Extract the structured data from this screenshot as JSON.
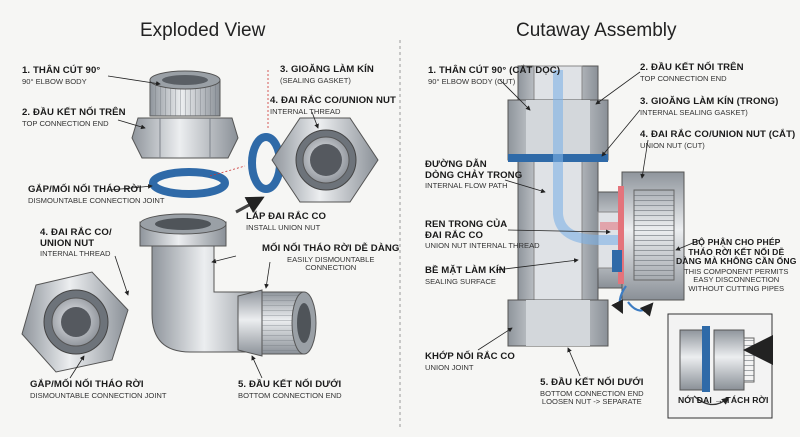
{
  "exploded": {
    "title": "Exploded View",
    "labels": [
      {
        "key": "body",
        "title": "1. THÂN CÚT 90°",
        "sub": "90° ELBOW BODY"
      },
      {
        "key": "top",
        "title": "2. ĐẦU KẾT NỐI TRÊN",
        "sub": "TOP CONNECTION END"
      },
      {
        "key": "gasket",
        "title": "3. GIOĂNG LÀM KÍN",
        "sub": "(SEALING GASKET)"
      },
      {
        "key": "nut",
        "title": "4. ĐAI RẮC CO/UNION NUT",
        "sub": "INTERNAL THREAD"
      },
      {
        "key": "joint1",
        "title": "GẮP/MỐI NỐI THÁO RỜI",
        "sub": "DISMOUNTABLE CONNECTION JOINT"
      },
      {
        "key": "install",
        "title": "LẮP ĐAI RẮC CO",
        "sub": "INSTALL UNION NUT"
      },
      {
        "key": "nut2",
        "title": "4. ĐAI RẮC CO/\nUNION NUT",
        "sub": "INTERNAL THREAD"
      },
      {
        "key": "easy",
        "title": "MỐI NỐI THÁO RỜI DỄ DÀNG",
        "sub": "EASILY DISMOUNTABLE\nCONNECTION"
      },
      {
        "key": "joint2",
        "title": "GẮP/MỐI NỐI THÁO RỜI",
        "sub": "DISMOUNTABLE CONNECTION JOINT"
      },
      {
        "key": "bottom",
        "title": "5. ĐẦU KẾT NỐI DƯỚI",
        "sub": "BOTTOM CONNECTION END"
      }
    ]
  },
  "cutaway": {
    "title": "Cutaway Assembly",
    "labels": [
      {
        "key": "body",
        "title": "1. THÂN CÚT 90° (CẮT DỌC)",
        "sub": "90° ELBOW BODY (CUT)"
      },
      {
        "key": "top",
        "title": "2. ĐẦU KẾT NỐI TRÊN",
        "sub": "TOP CONNECTION END"
      },
      {
        "key": "gasket",
        "title": "3. GIOĂNG LÀM KÍN (TRONG)",
        "sub": "INTERNAL SEALING GASKET)"
      },
      {
        "key": "nut",
        "title": "4. ĐAI RẮC CO/UNION NUT (CẮT)",
        "sub": "UNION NUT (CUT)"
      },
      {
        "key": "flow",
        "title": "ĐƯỜNG DẪN\nDÒNG CHẢY TRONG",
        "sub": "INTERNAL FLOW PATH"
      },
      {
        "key": "thread",
        "title": "REN TRONG CỦA\nĐAI RẮC CO",
        "sub": "UNION NUT INTERNAL THREAD"
      },
      {
        "key": "seal",
        "title": "BỀ MẶT LÀM KÍN",
        "sub": "SEALING SURFACE"
      },
      {
        "key": "permit",
        "title": "BỘ PHẬN CHO PHÉP\nTHÁO RỜI KẾT NỐI DỄ\nDÀNG MÀ KHÔNG CẦN ỐNG",
        "sub": "THIS COMPONENT PERMITS\nEASY DISCONNECTION\nWITHOUT CUTTING PIPES"
      },
      {
        "key": "union",
        "title": "KHỚP NỐI RẮC CO",
        "sub": "UNION JOINT"
      },
      {
        "key": "bottom",
        "title": "5. ĐẦU KẾT NỐI DƯỚI",
        "sub": "BOTTOM CONNECTION END\nLOOSEN NUT -> SEPARATE"
      },
      {
        "key": "inset",
        "title": "NỚI ĐAI → TÁCH RỜI",
        "sub": ""
      }
    ]
  },
  "colors": {
    "metal": "#c9ccd0",
    "metal_dark": "#8e939a",
    "gasket": "#2f6aa8",
    "flow": "#7fb3e6",
    "hot": "#e4737b",
    "line": "#222222"
  }
}
